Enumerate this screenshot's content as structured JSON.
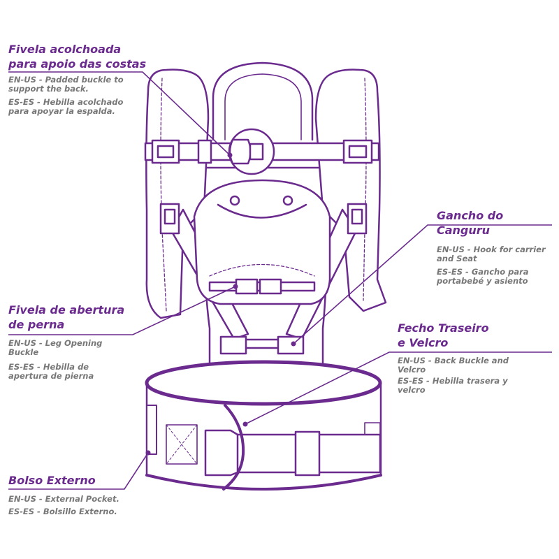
{
  "colors": {
    "accent": "#6a2a8e",
    "description": "#777777",
    "line": "#6a2a8e"
  },
  "callouts": {
    "padded_buckle": {
      "title": "Fivela acolchoada\npara apoio das costas",
      "en": "EN-US - Padded buckle to\nsupport the back.",
      "es": "ES-ES - Hebilla acolchado\npara apoyar la espalda."
    },
    "hook": {
      "title": "Gancho do Canguru",
      "en": "EN-US - Hook for carrier\nand Seat",
      "es": "ES-ES - Gancho para\nportabebé y asiento"
    },
    "leg_buckle": {
      "title": "Fivela de abertura\nde perna",
      "en": "EN-US - Leg Opening\nBuckle",
      "es": "ES-ES - Hebilla de\napertura de pierna"
    },
    "back_buckle": {
      "title": "Fecho Traseiro\ne Velcro",
      "en": "EN-US - Back Buckle and\nVelcro",
      "es": "ES-ES - Hebilla trasera y\nvelcro"
    },
    "pocket": {
      "title": "Bolso Externo",
      "en": "EN-US - External Pocket.",
      "es": "ES-ES - Bolsillo Externo."
    }
  }
}
